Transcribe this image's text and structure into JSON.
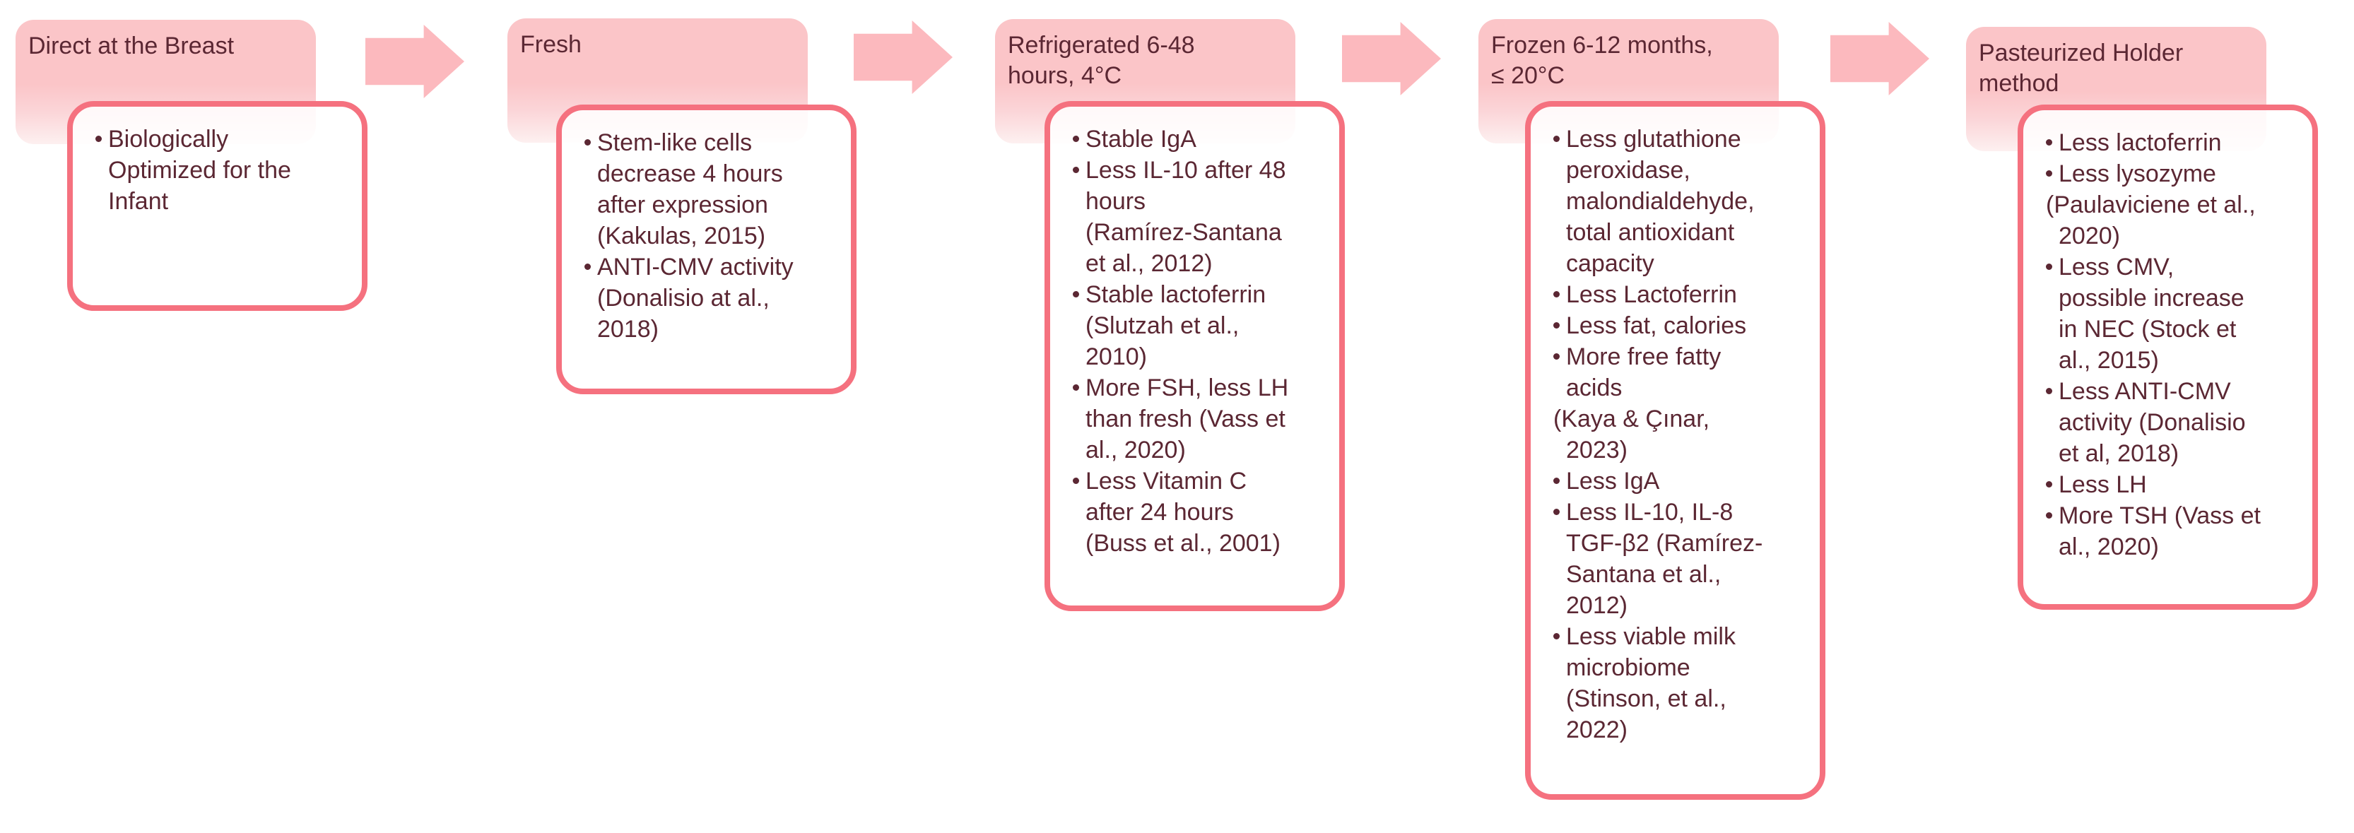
{
  "diagram": {
    "type": "process-flow",
    "direction": "left-to-right",
    "colors": {
      "header_fill": "#FBC5C8",
      "header_fade": "#FDF0F0",
      "arrow_fill": "#FCB9BE",
      "content_border": "#F5717F",
      "content_fill": "#FFFFFF",
      "text": "#5B2733"
    },
    "stages": [
      {
        "title": "Direct at the Breast",
        "title_lines": [
          "Direct at the Breast"
        ],
        "items": [
          {
            "bullet": true,
            "text": "Biologically Optimized for the Infant"
          }
        ]
      },
      {
        "title": "Fresh",
        "title_lines": [
          "Fresh"
        ],
        "items": [
          {
            "bullet": true,
            "text": "Stem-like cells decrease 4 hours after expression (Kakulas, 2015)"
          },
          {
            "bullet": true,
            "text": "ANTI-CMV activity (Donalisio at al., 2018)"
          }
        ]
      },
      {
        "title": "Refrigerated 6-48 hours, 4°C",
        "title_lines": [
          "Refrigerated 6-48",
          "hours, 4°C"
        ],
        "items": [
          {
            "bullet": true,
            "text": "Stable IgA"
          },
          {
            "bullet": true,
            "text": "Less IL-10 after 48 hours (Ramírez‑Santana et al., 2012)"
          },
          {
            "bullet": true,
            "text": "Stable lactoferrin (Slutzah et al., 2010)"
          },
          {
            "bullet": true,
            "text": "More FSH, less LH than fresh (Vass et al., 2020)"
          },
          {
            "bullet": true,
            "text": "Less Vitamin C after 24 hours (Buss et al., 2001)"
          }
        ]
      },
      {
        "title": "Frozen 6-12 months, ≤ 20°C",
        "title_lines": [
          "Frozen 6-12 months,",
          "≤ 20°C"
        ],
        "items": [
          {
            "bullet": true,
            "text": "Less glutathione peroxidase, malondialdehyde, total antioxidant capacity"
          },
          {
            "bullet": true,
            "text": "Less Lactoferrin"
          },
          {
            "bullet": true,
            "text": "Less fat, calories"
          },
          {
            "bullet": true,
            "text": "More free fatty acids"
          },
          {
            "bullet": false,
            "text": "(Kaya & Çınar, 2023)"
          },
          {
            "bullet": true,
            "text": "Less IgA"
          },
          {
            "bullet": true,
            "text": "Less IL-10, IL-8 TGF-β2 (Ramírez-Santana et al., 2012)"
          },
          {
            "bullet": true,
            "text": "Less viable milk microbiome (Stinson, et al., 2022)"
          }
        ]
      },
      {
        "title": "Pasteurized Holder method",
        "title_lines": [
          "Pasteurized Holder",
          "method"
        ],
        "items": [
          {
            "bullet": true,
            "text": "Less lactoferrin"
          },
          {
            "bullet": true,
            "text": "Less lysozyme"
          },
          {
            "bullet": false,
            "text": "(Paulaviciene et al., 2020)"
          },
          {
            "bullet": true,
            "text": "Less CMV, possible increase in NEC (Stock et al., 2015)"
          },
          {
            "bullet": true,
            "text": "Less ANTI-CMV activity (Donalisio et al, 2018)"
          },
          {
            "bullet": true,
            "text": "Less LH"
          },
          {
            "bullet": true,
            "text": "More TSH (Vass et al., 2020)"
          }
        ]
      }
    ]
  }
}
